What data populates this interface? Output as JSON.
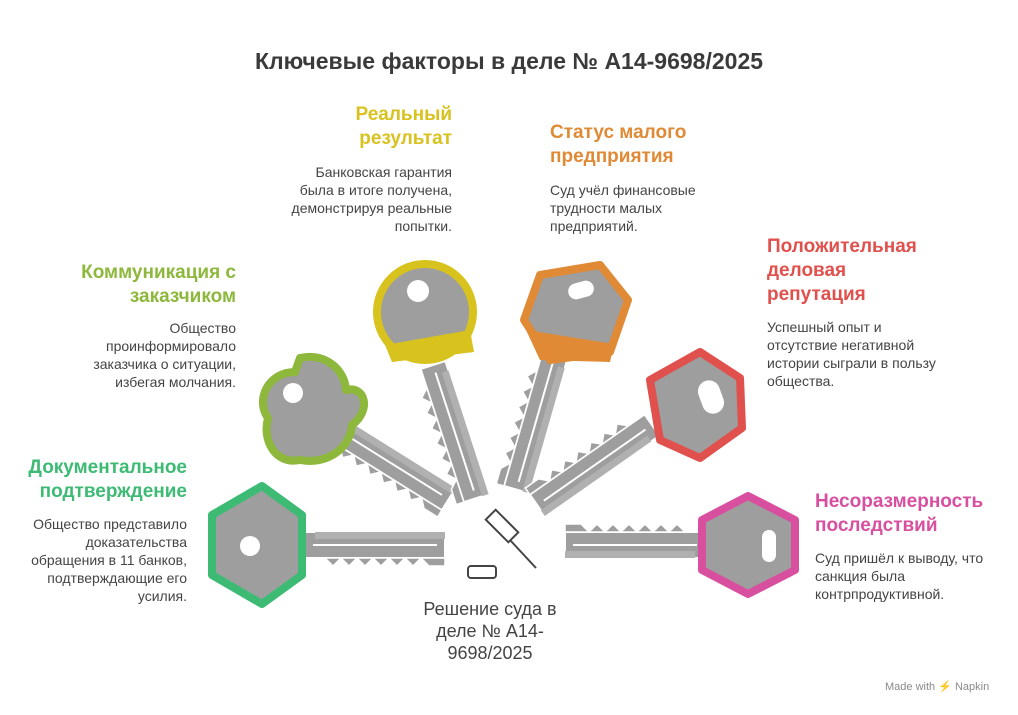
{
  "title": "Ключевые факторы в деле № А14-9698/2025",
  "center": {
    "label": "Решение суда в деле № А14-9698/2025",
    "icon": "gavel-icon"
  },
  "factors": [
    {
      "heading": "Документальное подтверждение",
      "text": "Общество представило доказательства обращения в 11 банков, подтверждающие его усилия.",
      "color": "#3dbb75"
    },
    {
      "heading": "Коммуникация с заказчиком",
      "text": "Общество проинформировало заказчика о ситуации, избегая молчания.",
      "color": "#8db83c"
    },
    {
      "heading": "Реальный результат",
      "text": "Банковская гарантия была в итоге получена, демонстрируя реальные попытки.",
      "color": "#d8c21d"
    },
    {
      "heading": "Статус малого предприятия",
      "text": "Суд учёл финансовые трудности малых предприятий.",
      "color": "#e08a35"
    },
    {
      "heading": "Положительная деловая репутация",
      "text": "Успешный опыт и отсутствие негативной истории сыграли в пользу общества.",
      "color": "#e0504d"
    },
    {
      "heading": "Несоразмерность последствий",
      "text": "Суд пришёл к выводу, что санкция была контрпродуктивной.",
      "color": "#d84fa0"
    }
  ],
  "footer": "Made with ⚡ Napkin"
}
